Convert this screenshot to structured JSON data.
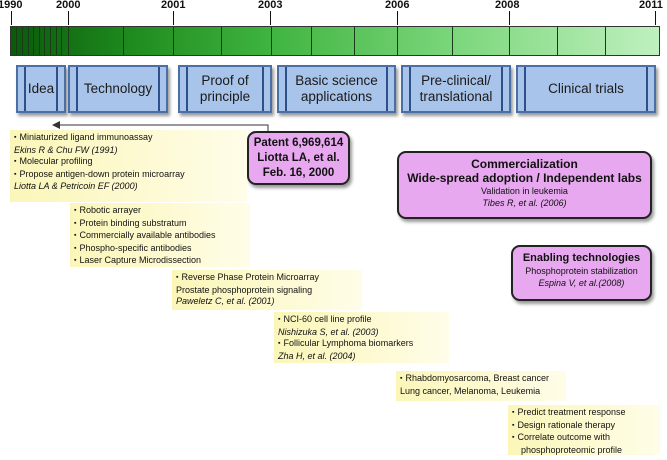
{
  "timeline": {
    "years": [
      "1990",
      "2000",
      "2001",
      "2003",
      "2006",
      "2008",
      "2011"
    ]
  },
  "phases": [
    "Idea",
    "Technology",
    "Proof of principle",
    "Basic science applications",
    "Pre-clinical/ translational",
    "Clinical trials"
  ],
  "patent": {
    "line1": "Patent 6,969,614",
    "line2": "Liotta LA, et al.",
    "line3": "Feb. 16, 2000"
  },
  "milestones": {
    "m1": {
      "item1": "Miniaturized ligand immunoassay",
      "cite1": "Ekins R & Chu FW (1991)",
      "item2": "Molecular profiling",
      "item3": "Propose antigen-down protein microarray",
      "cite2": "Liotta LA & Petricoin EF (2000)"
    },
    "m2": {
      "item1": "Robotic arrayer",
      "item2": "Protein binding substratum",
      "item3": "Commercially available antibodies",
      "item4": "Phospho-specific antibodies",
      "item5": "Laser Capture Microdissection"
    },
    "m3": {
      "item1": "Reverse Phase Protein Microarray",
      "line2": "Prostate phosphoprotein signaling",
      "cite": "Paweletz C, et al. (2001)"
    },
    "m4": {
      "item1": "NCI-60 cell line profile",
      "cite1": "Nishizuka S, et al. (2003)",
      "item2": "Follicular Lymphoma biomarkers",
      "cite2": "Zha H, et al. (2004)"
    },
    "m5": {
      "item1": "Rhabdomyosarcoma, Breast cancer",
      "line2": "Lung cancer, Melanoma, Leukemia"
    },
    "m6": {
      "item1": "Predict treatment response",
      "item2": "Design rationale therapy",
      "item3": "Correlate outcome with",
      "line4": "phosphoproteomic profile"
    }
  },
  "commercialization": {
    "title": "Commercialization",
    "subtitle": "Wide-spread adoption / Independent labs",
    "note": "Validation in leukemia",
    "cite": "Tibes R, et al. (2006)"
  },
  "enabling": {
    "title": "Enabling technologies",
    "note": "Phosphoprotein stabilization",
    "cite": "Espina V, et al.(2008)"
  },
  "colors": {
    "phase_fill": "#a9c4ea",
    "highlight_fill": "#e7a8ef",
    "milestone_fill": "#fbf6b8",
    "timeline_dark": "#0a5a0a",
    "timeline_light": "#bff0bf"
  }
}
